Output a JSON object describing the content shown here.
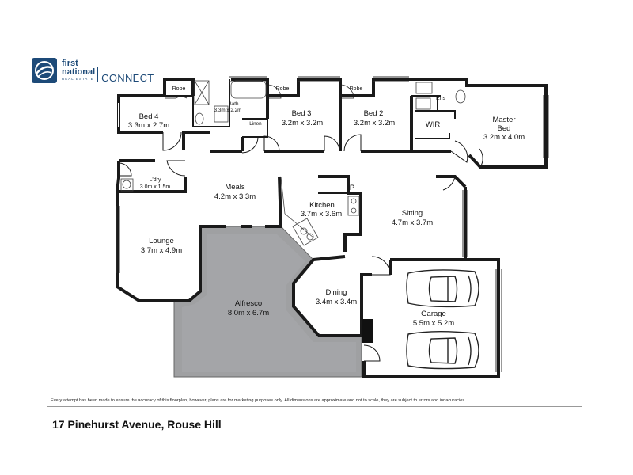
{
  "brand": {
    "line1": "first",
    "line2": "national",
    "sub": "REAL ESTATE",
    "connect": "CONNECT",
    "color": "#1d4a78"
  },
  "rooms": {
    "robe_left": {
      "name": "Robe"
    },
    "bath": {
      "name": "Bath",
      "dims": "3.3m x 2.2m"
    },
    "robe_bed3": {
      "name": "Robe"
    },
    "robe_bed2": {
      "name": "Robe"
    },
    "ens": {
      "name": "Ens"
    },
    "bed4": {
      "name": "Bed 4",
      "dims": "3.3m x 2.7m"
    },
    "linen": {
      "name": "Linen"
    },
    "bed3": {
      "name": "Bed 3",
      "dims": "3.2m x 3.2m"
    },
    "bed2": {
      "name": "Bed 2",
      "dims": "3.2m x 3.2m"
    },
    "wir": {
      "name": "WIR"
    },
    "master": {
      "name_line1": "Master",
      "name_line2": "Bed",
      "dims": "3.2m x 4.0m"
    },
    "laundry": {
      "name": "L'dry",
      "dims": "3.0m x 1.5m"
    },
    "meals": {
      "name": "Meals",
      "dims": "4.2m x 3.3m"
    },
    "pantry": {
      "name": "P"
    },
    "kitchen": {
      "name": "Kitchen",
      "dims": "3.7m x 3.6m"
    },
    "sitting": {
      "name": "Sitting",
      "dims": "4.7m x 3.7m"
    },
    "lounge": {
      "name": "Lounge",
      "dims": "3.7m x 4.9m"
    },
    "dining": {
      "name": "Dining",
      "dims": "3.4m x 3.4m"
    },
    "alfresco": {
      "name": "Alfresco",
      "dims": "8.0m x 6.7m"
    },
    "garage": {
      "name": "Garage",
      "dims": "5.5m x 5.2m"
    }
  },
  "disclaimer": "Every attempt has been made to ensure the accuracy of this floorplan, however, plans are for marketing purposes only. All dimensions are approximate and not to scale, they are subject to errors and innacuracies.",
  "address": "17 Pinehurst Avenue, Rouse Hill"
}
